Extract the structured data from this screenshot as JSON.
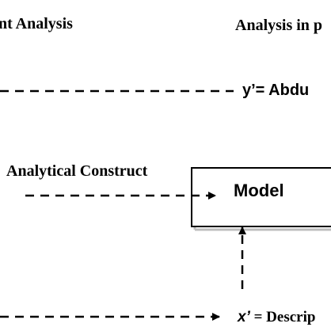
{
  "header": {
    "left_title": "nt Analysis",
    "right_title": "Analysis in p"
  },
  "labels": {
    "abduction": "y’= Abdu",
    "analytical_construct": "Analytical Construct",
    "model": "Model",
    "description_var": "x’",
    "description_text": " = Descrip"
  },
  "colors": {
    "stroke": "#000000",
    "box_shadow": "#bdbdbd",
    "background": "#ffffff"
  }
}
